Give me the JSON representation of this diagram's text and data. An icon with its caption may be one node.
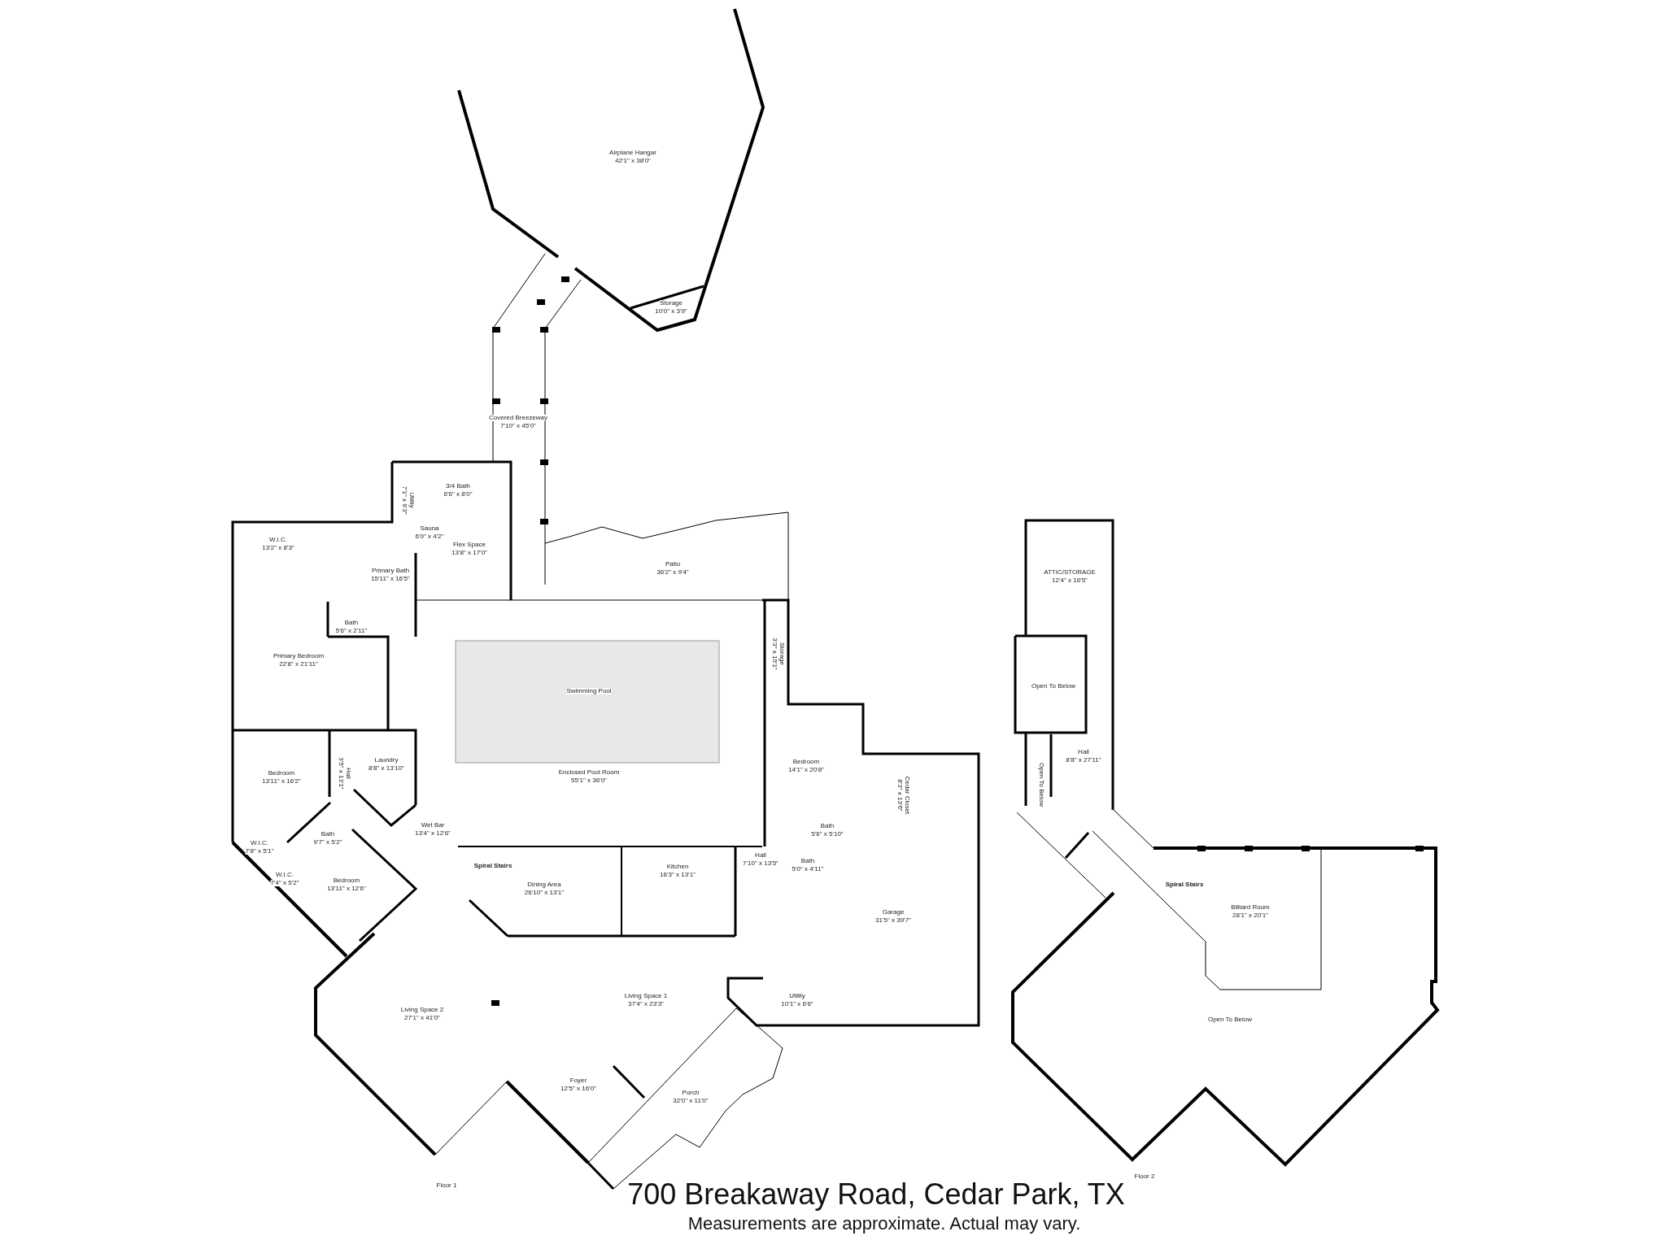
{
  "diagram": {
    "title": "700 Breakaway Road, Cedar Park, TX",
    "caption": "Measurements are approximate.  Actual may vary.",
    "labels": [
      "Airplane Hangar",
      "42'1\" x 38'0\"",
      "Storage",
      "10'0\" x 3'9\"",
      "Covered Breezeway",
      "7'10\" x 45'0\"",
      "Utility",
      "7'1\" x 9'3\"",
      "3/4 Bath",
      "6'6\" x 8'0\"",
      "Sauna",
      "6'0\" x 4'2\"",
      "Flex Space",
      "13'8\" x 17'0\"",
      "W.I.C.",
      "13'2\" x 8'3\"",
      "Primary Bath",
      "15'11\" x 16'5\"",
      "Patio",
      "36'2\" x 9'4\"",
      "Bath",
      "5'6\" x 2'11\"",
      "Primary Bedroom",
      "22'8\" x 21'11\"",
      "Storage",
      "3'3\" x 15'1\"",
      "Swimming Pool",
      "Bedroom",
      "14'1\" x 20'8\"",
      "Cedar Closet",
      "8'3\" x 13'6\"",
      "Bedroom",
      "13'11\" x 16'2\"",
      "Hall",
      "3'5\" x 13'1\"",
      "Laundry",
      "8'8\" x 13'10\"",
      "Enclosed Pool Room",
      "55'1\" x 36'0\"",
      "Bath",
      "5'6\" x 5'10\"",
      "Wet Bar",
      "13'4\" x 12'6\"",
      "Bath",
      "9'7\" x 5'2\"",
      "W.I.C.",
      "7'8\" x 5'1\"",
      "Spiral Stairs",
      "Hall",
      "7'10\" x 13'5\"",
      "Bath",
      "5'0\" x 4'11\"",
      "Kitchen",
      "16'3\" x 13'1\"",
      "W.I.C.",
      "7'4\" x 5'2\"",
      "Bedroom",
      "13'11\" x 12'6\"",
      "Dining Area",
      "26'10\" x 13'1\"",
      "Garage",
      "31'5\" x 39'7\"",
      "Living Space 1",
      "37'4\" x 23'3\"",
      "Utility",
      "10'1\" x 6'6\"",
      "Living Space 2",
      "27'1\" x 41'0\"",
      "Foyer",
      "12'5\" x 16'0\"",
      "Porch",
      "32'0\" x 11'0\"",
      "Floor 1",
      "ATTIC/STORAGE",
      "12'4\" x 16'5\"",
      "Open To Below",
      "Open To Below",
      "Hall",
      "8'8\" x 27'11\"",
      "Spiral Stairs",
      "Billiard Room",
      "28'1\" x 20'1\"",
      "Open To Below",
      "Floor 2"
    ]
  }
}
